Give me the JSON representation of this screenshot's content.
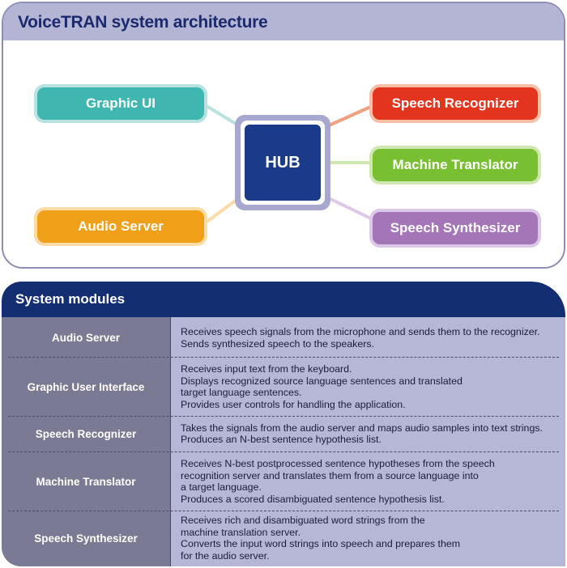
{
  "architecture": {
    "title": "VoiceTRAN system architecture",
    "hub_label": "HUB",
    "modules": {
      "graphic_ui": "Graphic UI",
      "audio_server": "Audio Server",
      "speech_recognizer": "Speech Recognizer",
      "machine_translator": "Machine Translator",
      "speech_synthesizer": "Speech Synthesizer"
    }
  },
  "system_modules": {
    "title": "System modules",
    "rows": [
      {
        "name": "Audio Server",
        "lines": [
          "Receives speech signals from the microphone and sends them to the recognizer.",
          "Sends synthesized speech to the speakers."
        ]
      },
      {
        "name": "Graphic User Interface",
        "lines": [
          "Receives input text from the keyboard.",
          "Displays recognized source language sentences and translated",
          "target language sentences.",
          "Provides user controls for handling the application."
        ]
      },
      {
        "name": "Speech Recognizer",
        "lines": [
          "Takes the signals from the audio server and maps audio samples into text strings.",
          "Produces an N-best sentence hypothesis list."
        ]
      },
      {
        "name": "Machine Translator",
        "lines": [
          "Receives N-best postprocessed sentence hypotheses from the speech",
          "recognition server and translates them from a source language into",
          "a target language.",
          "Produces a scored disambiguated sentence hypothesis list."
        ]
      },
      {
        "name": "Speech Synthesizer",
        "lines": [
          "Receives rich and disambiguated word strings from the",
          "machine translation server.",
          "Converts the input word strings into speech and prepares them",
          "for the audio server."
        ]
      }
    ]
  },
  "colors": {
    "hub": "#1a3a8a",
    "graphic_ui": "#40b6b0",
    "audio_server": "#f0a018",
    "speech_recognizer": "#e3341e",
    "machine_translator": "#78c032",
    "speech_synthesizer": "#a476b8"
  }
}
